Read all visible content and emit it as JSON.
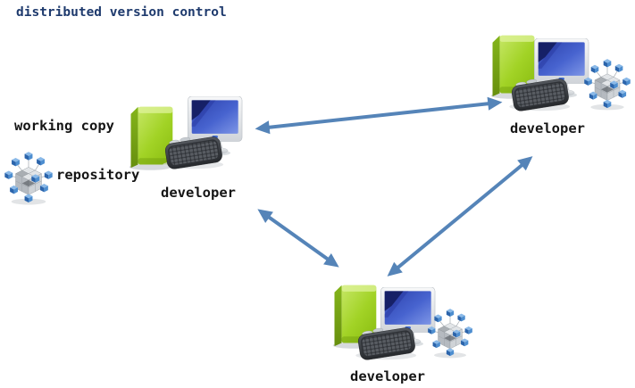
{
  "diagram": {
    "title": "distributed version control",
    "annotations": {
      "working_copy_label": "working copy",
      "repository_label": "repository"
    },
    "stations": [
      {
        "id": "developer-left",
        "label": "developer",
        "icons": [
          "working-copy-box-icon",
          "developer-computer-icon"
        ]
      },
      {
        "id": "developer-top-right",
        "label": "developer",
        "icons": [
          "working-copy-box-icon",
          "developer-computer-icon",
          "repository-cubes-icon"
        ]
      },
      {
        "id": "developer-bottom",
        "label": "developer",
        "icons": [
          "working-copy-box-icon",
          "developer-computer-icon",
          "repository-cubes-icon"
        ]
      }
    ],
    "connections": [
      {
        "from": "developer-left",
        "to": "developer-top-right",
        "style": "double-headed-arrow"
      },
      {
        "from": "developer-left",
        "to": "developer-bottom",
        "style": "double-headed-arrow"
      },
      {
        "from": "developer-bottom",
        "to": "developer-top-right",
        "style": "double-headed-arrow"
      }
    ],
    "colors": {
      "background": "#ffffff",
      "title_text": "#1e3a6d",
      "label_text": "#151515",
      "arrow": "#5584b8",
      "box_green": "#9ccb1f",
      "screen_blue": "#3a54c4",
      "cube_blue": "#4d8ed0"
    }
  }
}
